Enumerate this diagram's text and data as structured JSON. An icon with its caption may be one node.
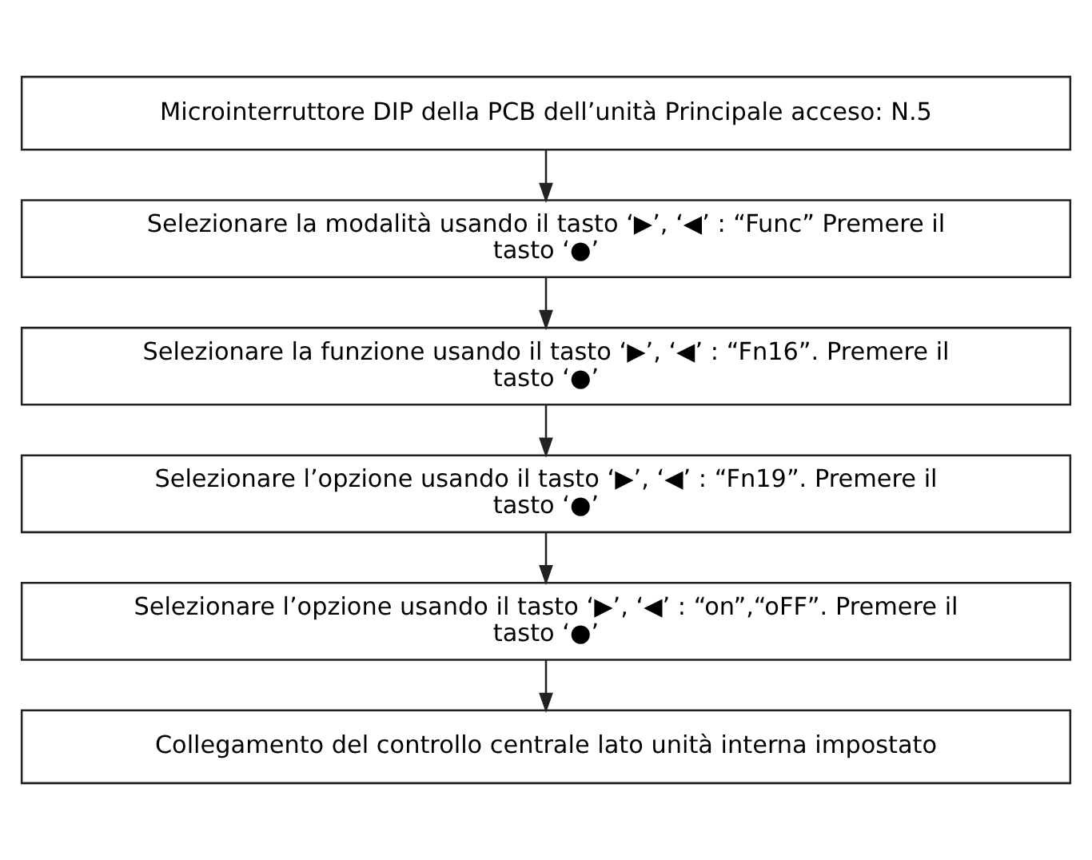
{
  "diagram": {
    "nodes": [
      {
        "text": [
          "Microinterruttore DIP della PCB dell’unità Principale acceso: N.5"
        ]
      },
      {
        "text": [
          "Selezionare la modalità usando il tasto ‘▶’, ‘◀’ : “Func” Premere il tasto ‘●’"
        ]
      },
      {
        "text": [
          "Selezionare la funzione usando il tasto ‘▶’, ‘◀’ : “Fn16”. Premere il tasto ‘●’"
        ]
      },
      {
        "text": [
          "Selezionare l’opzione usando il tasto ‘▶’, ‘◀’ : “Fn19”. Premere il tasto ‘●’"
        ]
      },
      {
        "text": [
          "Selezionare l’opzione usando il tasto ‘▶’, ‘◀’ : “on”,“oFF”. Premere il tasto ‘●’"
        ]
      },
      {
        "text": [
          "Collegamento del controllo centrale lato unità interna impostato"
        ]
      }
    ],
    "edges": [
      {
        "from": 0,
        "to": 1,
        "arrow": "to"
      },
      {
        "from": 1,
        "to": 2,
        "arrow": "to"
      },
      {
        "from": 2,
        "to": 3,
        "arrow": "to"
      },
      {
        "from": 3,
        "to": 4,
        "arrow": "to"
      },
      {
        "from": 4,
        "to": 5,
        "arrow": "to"
      }
    ]
  }
}
